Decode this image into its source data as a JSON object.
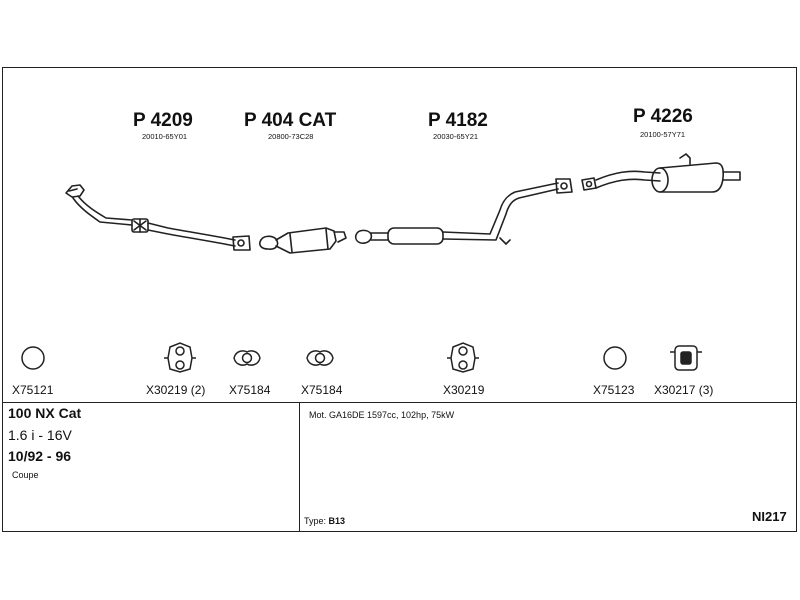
{
  "parts": [
    {
      "part_no": "P 4209",
      "oem": "20010-65Y01"
    },
    {
      "part_no": "P 404 CAT",
      "oem": "20800-73C28"
    },
    {
      "part_no": "P 4182",
      "oem": "20030-65Y21"
    },
    {
      "part_no": "P 4226",
      "oem": "20100-57Y71"
    }
  ],
  "fittings": [
    {
      "code": "X75121",
      "icon": "ring-icon"
    },
    {
      "code": "X30219 (2)",
      "icon": "rubber-hanger-icon"
    },
    {
      "code": "X75184",
      "icon": "flange-gasket-icon"
    },
    {
      "code": "X75184",
      "icon": "flange-gasket-icon"
    },
    {
      "code": "X30219",
      "icon": "rubber-hanger-icon"
    },
    {
      "code": "X75123",
      "icon": "ring-icon"
    },
    {
      "code": "X30217 (3)",
      "icon": "rubber-mount-icon"
    }
  ],
  "vehicle": {
    "model": "100 NX Cat",
    "engine": "1.6 i - 16V",
    "years": "10/92 - 96",
    "body": "Coupe"
  },
  "engine_info": "Mot. GA16DE 1597cc, 102hp, 75kW",
  "type_label": "Type:",
  "type_value": "B13",
  "diagram_code": "NI217"
}
